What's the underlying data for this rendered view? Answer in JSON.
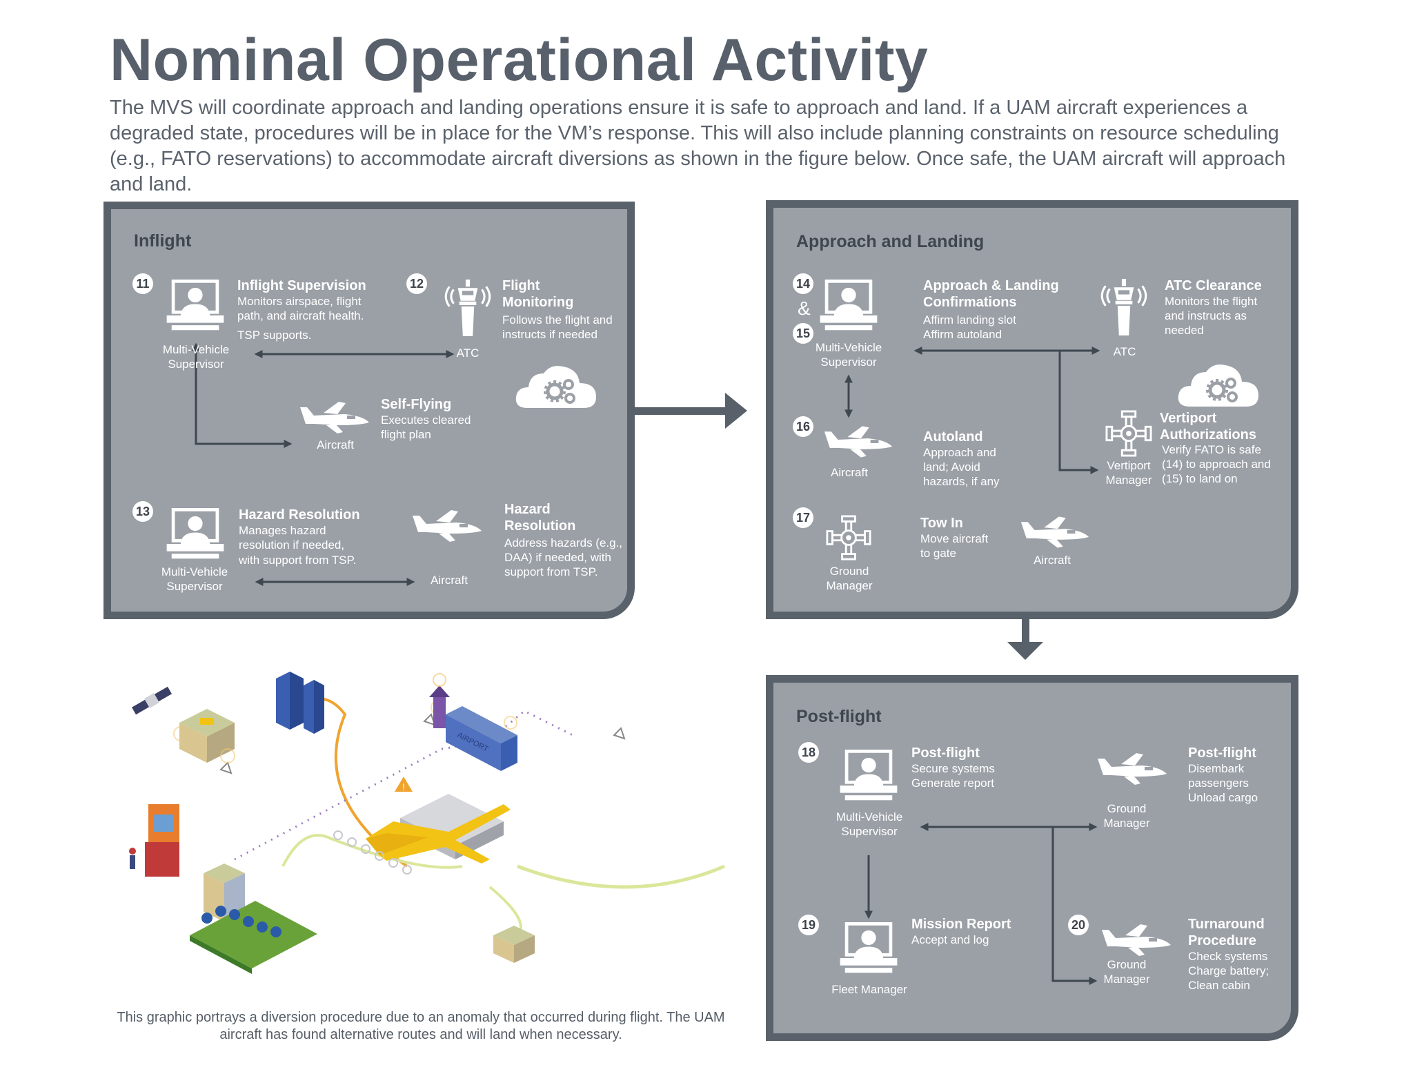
{
  "title": "Nominal Operational Activity",
  "intro": "The MVS will coordinate approach and landing operations ensure it is safe to approach and land. If a UAM aircraft experiences a degraded state, procedures will be in place for the VM’s response. This will also include planning constraints on resource scheduling (e.g., FATO reservations) to accommodate aircraft diversions as shown in the figure below. Once safe, the UAM aircraft will approach and land.",
  "inflight": {
    "title": "Inflight",
    "s11": {
      "num": "11",
      "role": "Multi-Vehicle Supervisor",
      "heading": "Inflight Supervision",
      "desc": "Monitors airspace, flight path, and aircraft health.",
      "desc2": "TSP supports."
    },
    "s12": {
      "num": "12",
      "role": "ATC",
      "heading": "Flight Monitoring",
      "desc": "Follows the flight and instructs if needed"
    },
    "selfflying": {
      "role": "Aircraft",
      "heading": "Self-Flying",
      "desc": "Executes cleared flight plan"
    },
    "s13": {
      "num": "13",
      "role": "Multi-Vehicle Supervisor",
      "heading": "Hazard Resolution",
      "desc": "Manages hazard resolution if needed,",
      "desc2": "with support from TSP."
    },
    "hazard2": {
      "role": "Aircraft",
      "heading": "Hazard Resolution",
      "desc": "Address hazards (e.g., DAA) if needed, with support from TSP."
    }
  },
  "approach": {
    "title": "Approach and Landing",
    "s14": {
      "num": "14",
      "amp": "&",
      "num2": "15",
      "role": "Multi-Vehicle Supervisor",
      "heading": "Approach & Landing Confirmations",
      "desc": "Affirm landing slot",
      "desc2": "Affirm autoland"
    },
    "atc": {
      "role": "ATC",
      "heading": "ATC Clearance",
      "desc": "Monitors the flight and instructs as needed"
    },
    "vertiport": {
      "role": "Vertiport Manager",
      "heading": "Vertiport Authorizations",
      "desc": "Verify FATO is safe (14) to approach and (15) to land on"
    },
    "s16": {
      "num": "16",
      "role": "Aircraft",
      "heading": "Autoland",
      "desc": "Approach and land; Avoid hazards, if any"
    },
    "s17": {
      "num": "17",
      "role": "Ground Manager",
      "heading": "Tow In",
      "desc": "Move aircraft to gate",
      "role2": "Aircraft"
    }
  },
  "postflight": {
    "title": "Post-flight",
    "s18": {
      "num": "18",
      "role": "Multi-Vehicle Supervisor",
      "heading": "Post-flight",
      "desc": "Secure systems",
      "desc2": "Generate report"
    },
    "gm1": {
      "role": "Ground Manager",
      "heading": "Post-flight",
      "desc": "Disembark passengers",
      "desc2": "Unload cargo"
    },
    "s19": {
      "num": "19",
      "role": "Fleet Manager",
      "heading": "Mission Report",
      "desc": "Accept and log"
    },
    "s20": {
      "num": "20",
      "role": "Ground Manager",
      "heading": "Turnaround Procedure",
      "desc": "Check systems",
      "desc2": "Charge battery; Clean cabin"
    }
  },
  "illustration": {
    "airport_sign": "AIRPORT"
  },
  "caption": "This graphic portrays a diversion procedure due to an anomaly that occurred during flight. The UAM aircraft has found alternative routes and will land when necessary.",
  "colors": {
    "panel": "#9ba0a7",
    "border": "#59616a",
    "accent_yellow": "#f2c314",
    "path_orange": "#f0a430",
    "path_green": "#dbe69a",
    "path_purple": "#9b7bbf"
  }
}
